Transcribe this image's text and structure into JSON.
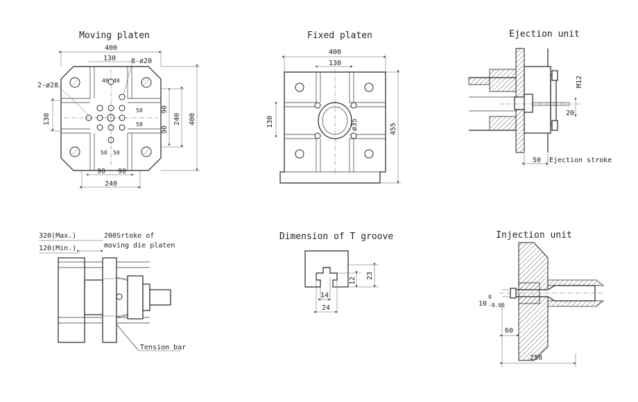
{
  "titles": {
    "moving": "Moving platen",
    "fixed": "Fixed platen",
    "ejection": "Ejection unit",
    "tgroove": "Dimension of T groove",
    "injection": "Injection unit"
  },
  "moving_platen": {
    "width": "400",
    "top_inner": "130",
    "holes_8": "8-ø20",
    "holes_2": "2-ø28",
    "d40a": "40",
    "d40b": "40",
    "d50a": "50",
    "d50b": "50",
    "d50c": "50",
    "d50d": "50",
    "left_130": "130",
    "d90a": "90",
    "d90b": "90",
    "h240": "240",
    "h400": "400",
    "b90a": "90",
    "b90b": "90",
    "b240": "240"
  },
  "fixed_platen": {
    "width": "400",
    "top_inner": "130",
    "left_130": "130",
    "dia": "ø35",
    "height": "455"
  },
  "ejection_unit": {
    "thread": "M12",
    "d20": "20",
    "d50": "50",
    "stroke": "Ejection stroke"
  },
  "stroke_section": {
    "max": "320(Max.)",
    "min": "120(Min.)",
    "stroke_a": "200Srtoke of",
    "stroke_b": "moving die platen",
    "tension": "Tension bar"
  },
  "t_groove": {
    "d12": "12",
    "d23": "23",
    "d14": "14",
    "d24": "24"
  },
  "injection_unit": {
    "tol": "10",
    "tol_up": "0",
    "tol_dn": "-0.05",
    "d60": "60",
    "d250": "250"
  }
}
